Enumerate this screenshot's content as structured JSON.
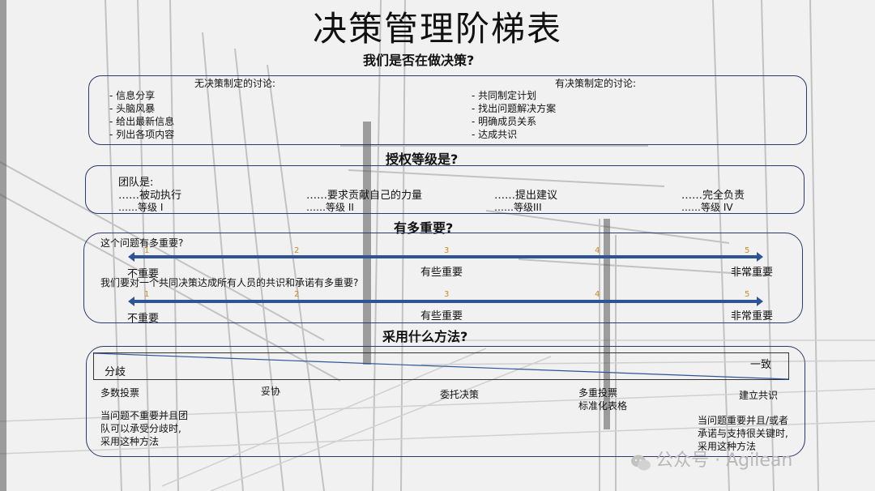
{
  "title": "决策管理阶梯表",
  "q1": "我们是否在做决策?",
  "no_decision": {
    "heading": "无决策制定的讨论:",
    "items": [
      "- 信息分享",
      "- 头脑风暴",
      "- 给出最新信息",
      "- 列出各项内容"
    ]
  },
  "decision": {
    "heading": "有决策制定的讨论:",
    "items": [
      "- 共同制定计划",
      "- 找出问题解决方案",
      "- 明确成员关系",
      "- 达成共识"
    ]
  },
  "q2": "授权等级是?",
  "levels": {
    "team_label": "团队是:",
    "items": [
      {
        "name": "……被动执行",
        "level": "……等级 I"
      },
      {
        "name": "……要求贡献自己的力量",
        "level": "……等级 II"
      },
      {
        "name": "……提出建议",
        "level": "……等级III"
      },
      {
        "name": "……完全负责",
        "level": "……等级 IV"
      }
    ]
  },
  "q3": "有多重要?",
  "importance": {
    "question1": "这个问题有多重要?",
    "question2": "我们要对一个共同决策达成所有人员的共识和承诺有多重要?",
    "scale_numbers": [
      "1",
      "2",
      "3",
      "4",
      "5"
    ],
    "low_label": "不重要",
    "mid_label": "有些重要",
    "high_label": "非常重要"
  },
  "q4": "采用什么方法?",
  "methods": {
    "divergence": "分歧",
    "consensus": "一致",
    "items": [
      "多数投票",
      "妥协",
      "委托决策",
      "多重投票",
      "标准化表格",
      "建立共识"
    ],
    "low_note": [
      "当问题不重要并且团",
      "队可以承受分歧时,",
      "采用这种方法"
    ],
    "high_note": [
      "当问题重要并且/或者",
      "承诺与支持很关键时,",
      "采用这种方法"
    ]
  },
  "watermark": "公众号 · Agilean",
  "colors": {
    "arrow": "#2f5496",
    "tick": "#d08a1e",
    "box_border": "#2a3a6a"
  }
}
